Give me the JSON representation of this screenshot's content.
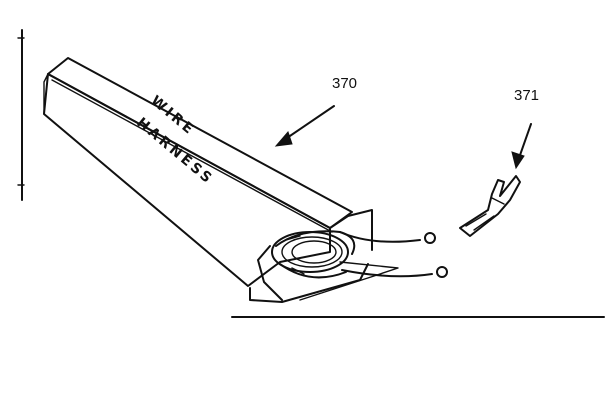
{
  "diagram": {
    "box_label_line1": "WIRE",
    "box_label_line2": "HARNESS",
    "callouts": [
      {
        "id": "370",
        "label": "370"
      },
      {
        "id": "371",
        "label": "371"
      }
    ]
  },
  "colors": {
    "ink": "#111111",
    "background": "#ffffff"
  }
}
